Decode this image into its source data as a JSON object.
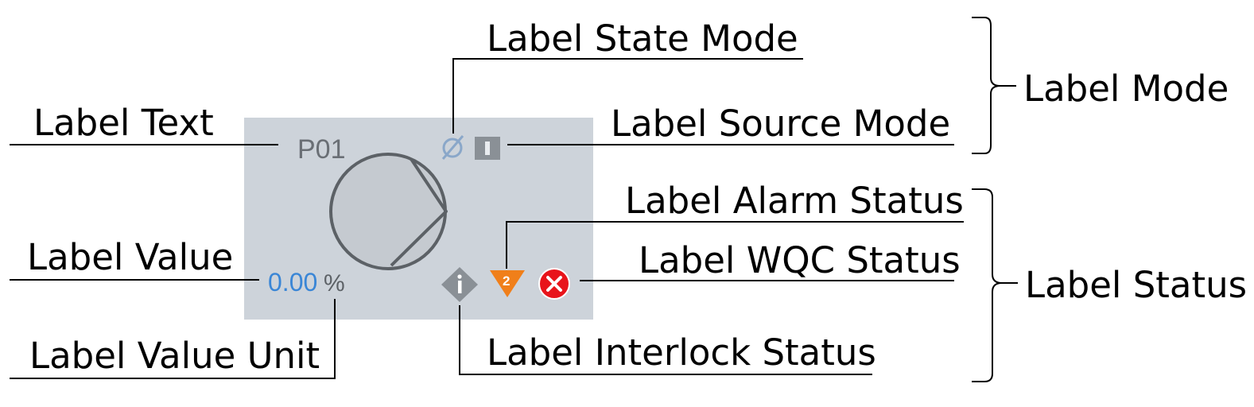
{
  "widget": {
    "label_text": "P01",
    "value": "0.00",
    "unit": "%",
    "alarm_count": "2",
    "colors": {
      "panel_bg": "#cdd3da",
      "pump_stroke": "#5c6166",
      "pump_fill": "#c5cad0",
      "value_blue": "#3a86d6",
      "mode_icon": "#8a9096",
      "interlock": "#8a9096",
      "alarm": "#f07f1a",
      "wqc": "#e8141b"
    }
  },
  "callouts": {
    "label_state_mode": "Label State Mode",
    "label_text": "Label Text",
    "label_source_mode": "Label Source Mode",
    "label_alarm_status": "Label Alarm Status",
    "label_value": "Label Value",
    "label_wqc_status": "Label WQC Status",
    "label_value_unit": "Label Value Unit",
    "label_interlock_status": "Label Interlock Status"
  },
  "groups": {
    "label_mode": "Label Mode",
    "label_status": "Label Status"
  }
}
